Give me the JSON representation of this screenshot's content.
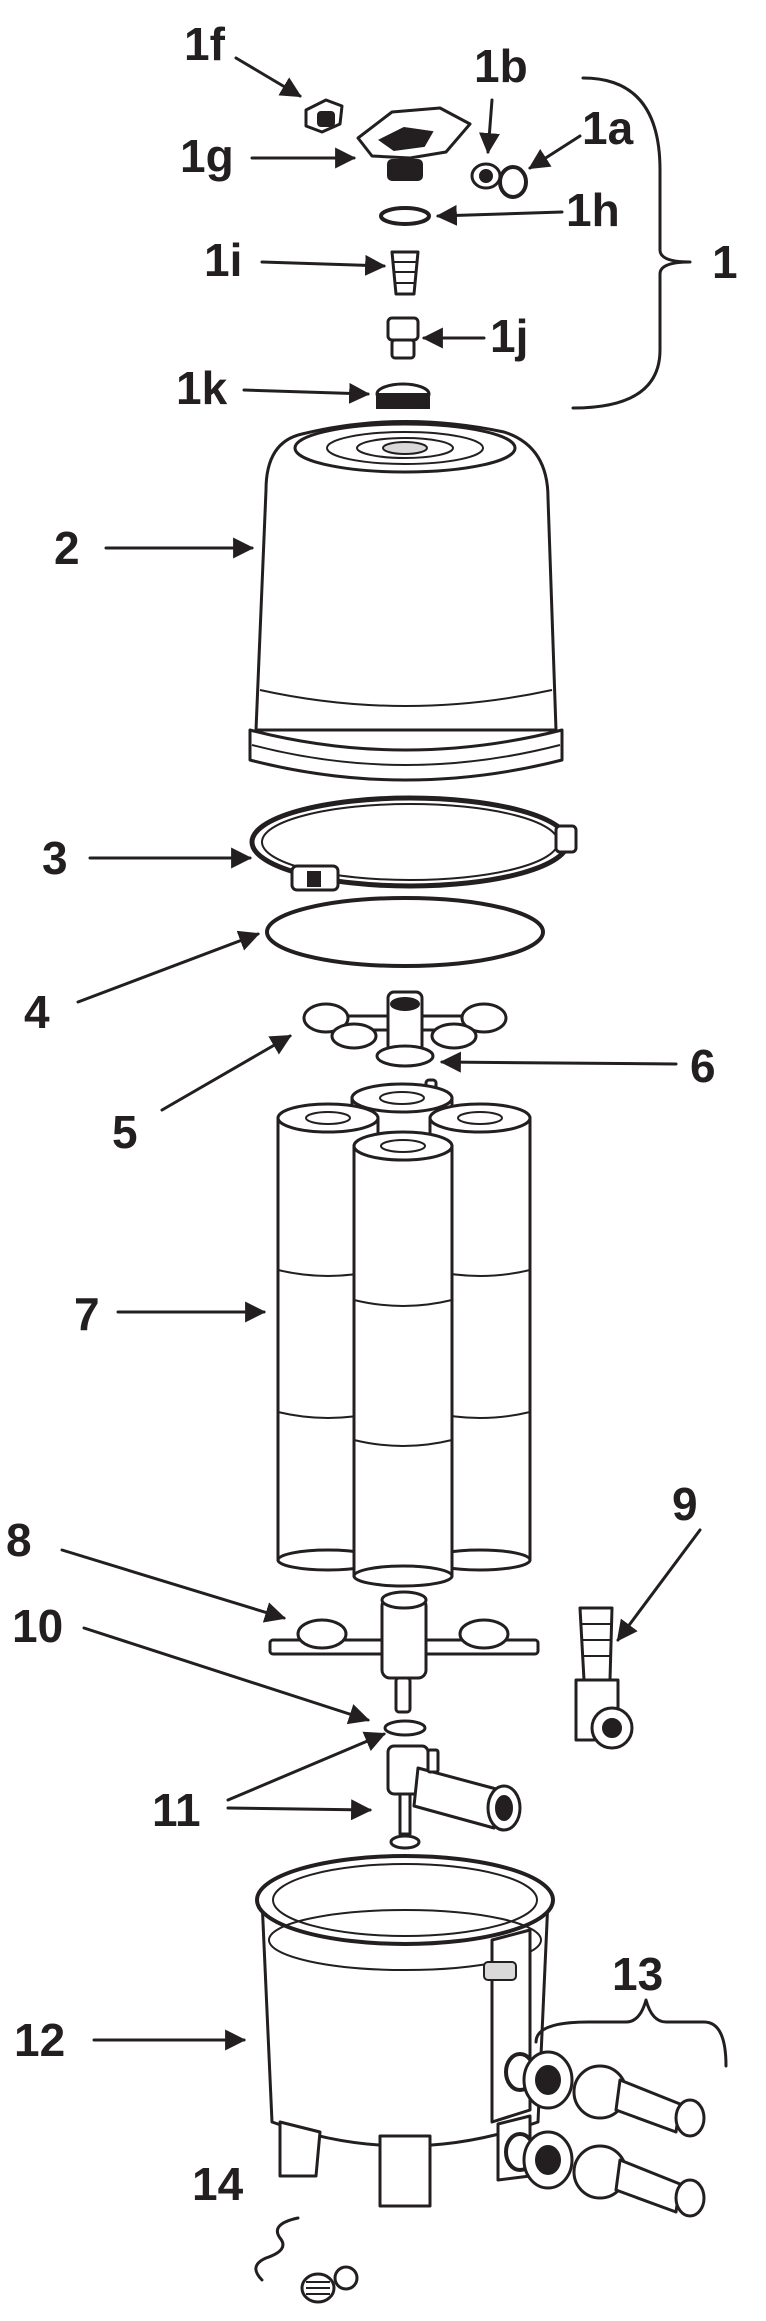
{
  "labels": {
    "l1": "1",
    "l1a": "1a",
    "l1b": "1b",
    "l1f": "1f",
    "l1g": "1g",
    "l1h": "1h",
    "l1i": "1i",
    "l1j": "1j",
    "l1k": "1k",
    "l2": "2",
    "l3": "3",
    "l4": "4",
    "l5": "5",
    "l6": "6",
    "l7": "7",
    "l8": "8",
    "l9": "9",
    "l10": "10",
    "l11": "11",
    "l12": "12",
    "l13": "13",
    "l14": "14"
  },
  "colors": {
    "ink": "#231f20",
    "background": "#ffffff"
  }
}
